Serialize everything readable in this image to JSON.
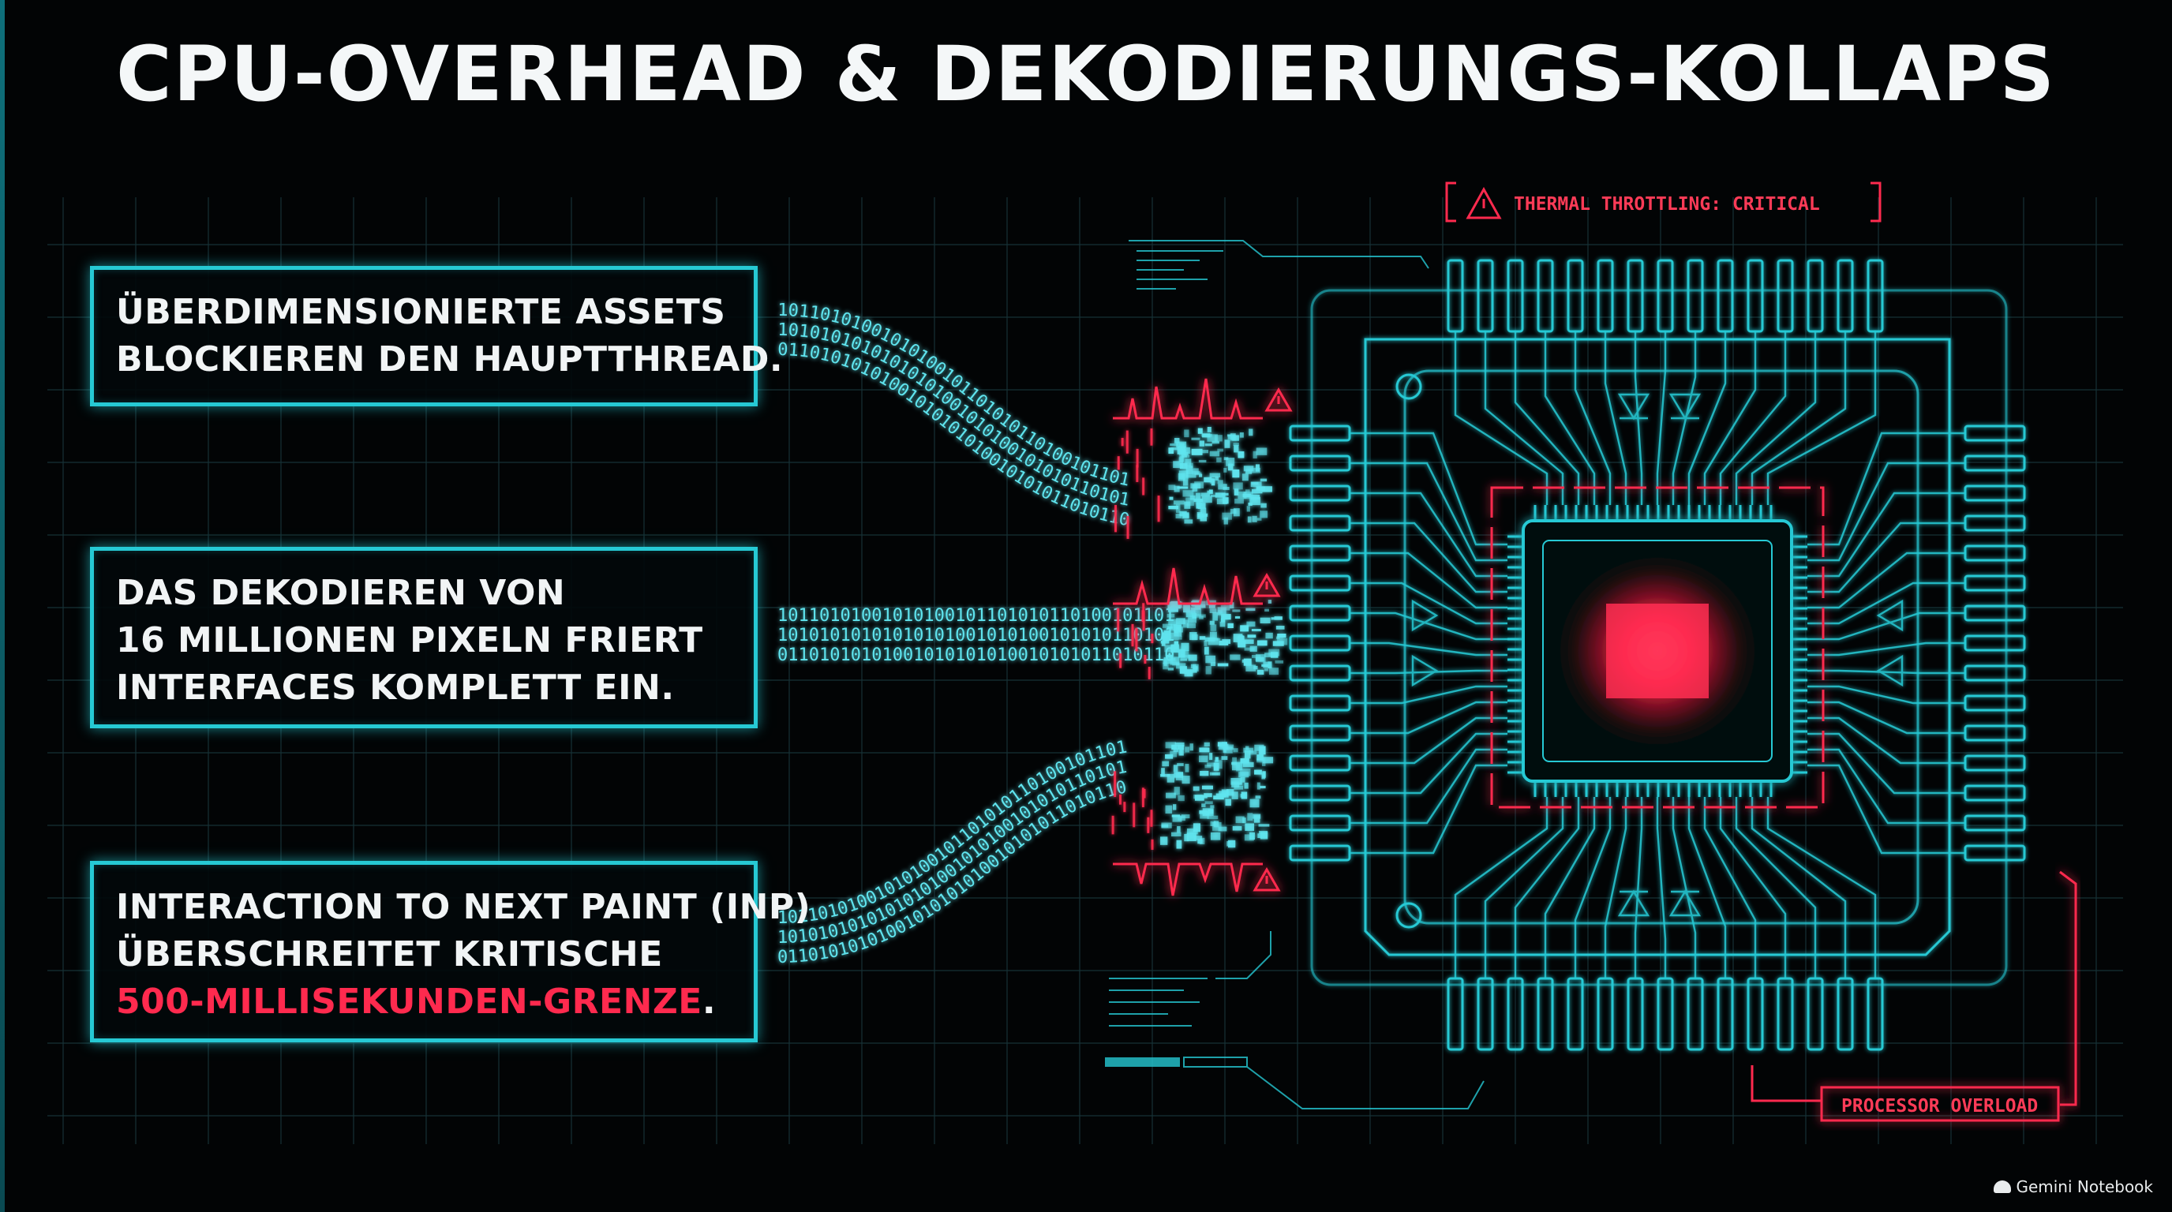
{
  "title": "CPU-OVERHEAD & DEKODIERUNGS-KOLLAPS",
  "panels": [
    {
      "lines": [
        "ÜBERDIMENSIONIERTE ASSETS",
        "BLOCKIEREN DEN HAUPTTHREAD."
      ]
    },
    {
      "lines": [
        "DAS DEKODIEREN VON",
        "16 MILLIONEN PIXELN FRIERT",
        "INTERFACES KOMPLETT EIN."
      ]
    },
    {
      "lines": [
        "INTERACTION TO NEXT PAINT (INP)",
        "ÜBERSCHREITET KRITISCHE"
      ],
      "highlight": "500-MILLISEKUNDEN-GRENZE",
      "suffix": "."
    }
  ],
  "labels": {
    "thermal": "THERMAL THROTTLING: CRITICAL",
    "overload": "PROCESSOR OVERLOAD"
  },
  "binary_streams": [
    "10110101001010100101101010110100101101",
    "10101010101010101001010100101010110101",
    "01101010101001010101010010101011010110"
  ],
  "watermark": "Gemini Notebook",
  "colors": {
    "cyan": "#26c9d4",
    "red": "#ff2a4e",
    "background": "#020405",
    "text": "#f1f4f5"
  }
}
